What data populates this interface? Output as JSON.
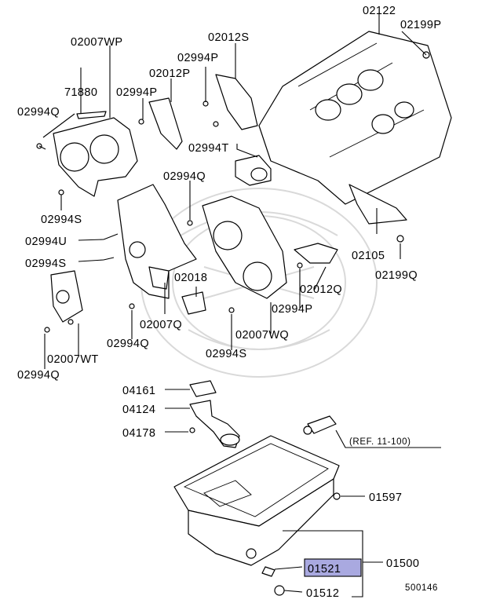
{
  "diagram": {
    "highlight_color": "#a9a9e0",
    "highlighted_part": "01521",
    "footer_code": "500146",
    "reference_note": "(REF. 11-100)",
    "labels": {
      "p02122": "02122",
      "p02199P": "02199P",
      "p02007WP": "02007WP",
      "p02012S": "02012S",
      "p02994P_a": "02994P",
      "p71880": "71880",
      "p02994P_b": "02994P",
      "p02012P": "02012P",
      "p02994Q_a": "02994Q",
      "p02994T": "02994T",
      "p02994Q_b": "02994Q",
      "p02994S_a": "02994S",
      "p02994U": "02994U",
      "p02994S_b": "02994S",
      "p02105": "02105",
      "p02199Q": "02199Q",
      "p02012Q": "02012Q",
      "p02018": "02018",
      "p02994P_c": "02994P",
      "p02007Q": "02007Q",
      "p02007WQ": "02007WQ",
      "p02994Q_c": "02994Q",
      "p02994S_c": "02994S",
      "p02007WT": "02007WT",
      "p02994Q_d": "02994Q",
      "p04161": "04161",
      "p04124": "04124",
      "p04178": "04178",
      "p01597": "01597",
      "p01500": "01500",
      "p01521": "01521",
      "p01512": "01512"
    }
  }
}
